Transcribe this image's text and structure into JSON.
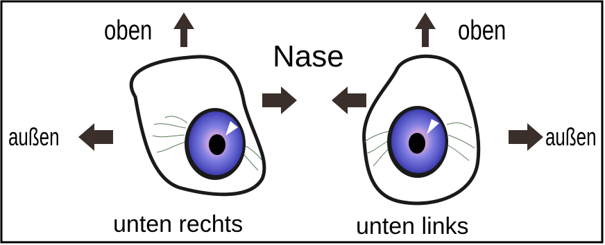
{
  "labels": {
    "oben_left": "oben",
    "oben_right": "oben",
    "nase": "Nase",
    "aussen_left": "außen",
    "aussen_right": "außen",
    "unten_rechts": "unten rechts",
    "unten_links": "unten links"
  },
  "colors": {
    "border": "#000000",
    "arrow": "#3a2f2a",
    "outline": "#1a1a1a",
    "iris": "#6a6ad8",
    "iris_dark": "#3d3db0",
    "iris_ring": "#c9a2d8",
    "pupil": "#000000",
    "vein": "#5a7a5a"
  }
}
